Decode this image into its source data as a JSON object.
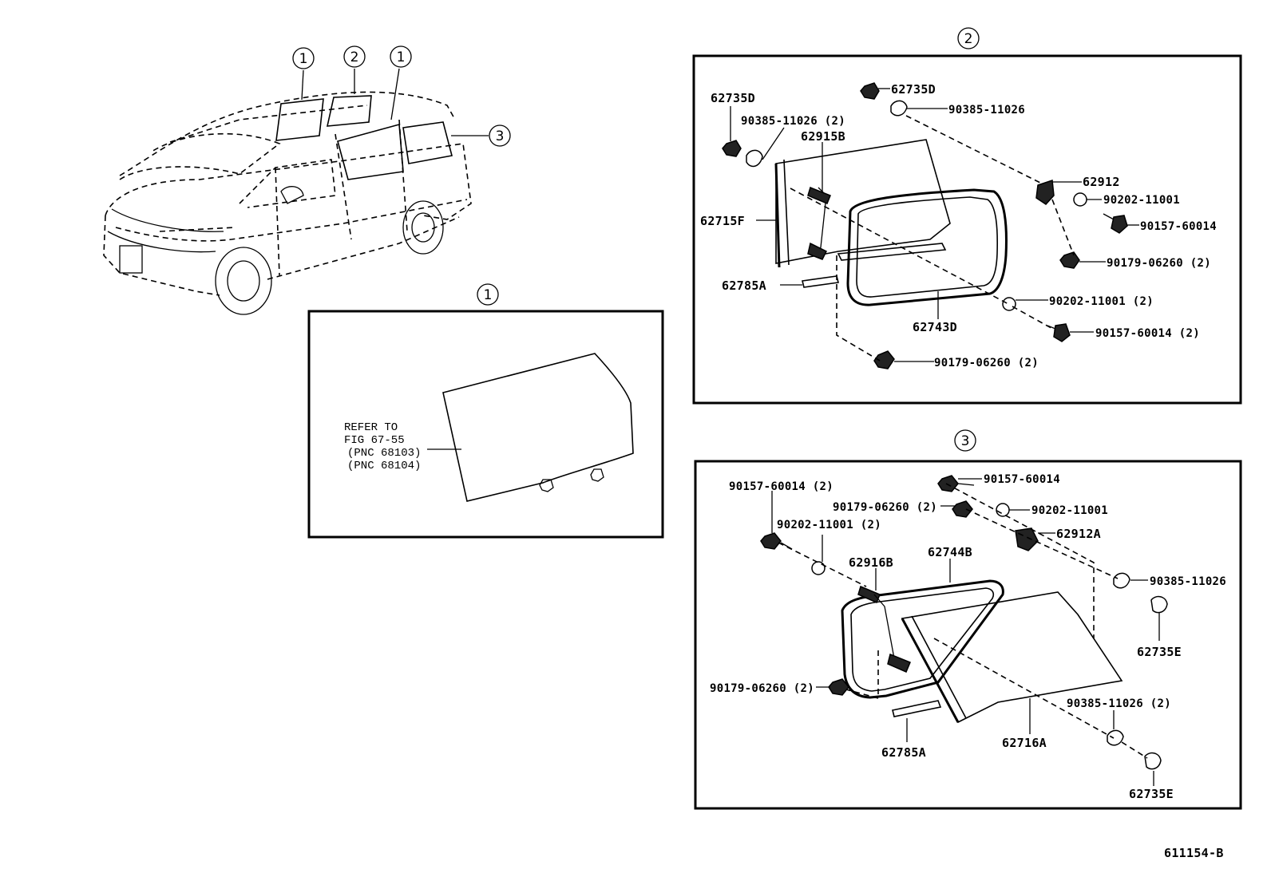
{
  "callouts": {
    "car_1a": "1",
    "car_2": "2",
    "car_1b": "1",
    "car_3": "3",
    "panel1": "1",
    "panel2": "2",
    "panel3": "3"
  },
  "panel1": {
    "refer_lines": [
      "REFER TO",
      "FIG 67-55",
      "(PNC 68103)",
      "(PNC 68104)"
    ]
  },
  "panel2": {
    "labels": {
      "p_62735D_a": "62735D",
      "p_90385_11026_2": "90385-11026 (2)",
      "p_62735D_b": "62735D",
      "p_90385_11026": "90385-11026",
      "p_62915B": "62915B",
      "p_62912": "62912",
      "p_90202_11001": "90202-11001",
      "p_90157_60014": "90157-60014",
      "p_62715F": "62715F",
      "p_90179_06260_2a": "90179-06260 (2)",
      "p_62785A": "62785A",
      "p_90202_11001_2": "90202-11001 (2)",
      "p_62743D": "62743D",
      "p_90157_60014_2": "90157-60014 (2)",
      "p_90179_06260_2b": "90179-06260 (2)"
    }
  },
  "panel3": {
    "labels": {
      "p_90157_60014": "90157-60014",
      "p_90157_60014_2": "90157-60014 (2)",
      "p_90179_06260_2a": "90179-06260 (2)",
      "p_90202_11001": "90202-11001",
      "p_90202_11001_2": "90202-11001 (2)",
      "p_62912A": "62912A",
      "p_62744B": "62744B",
      "p_62916B": "62916B",
      "p_90385_11026": "90385-11026",
      "p_62735E_a": "62735E",
      "p_90179_06260_2b": "90179-06260 (2)",
      "p_90385_11026_2": "90385-11026 (2)",
      "p_62785A": "62785A",
      "p_62716A": "62716A",
      "p_62735E_b": "62735E"
    }
  },
  "footer": {
    "code": "611154-B"
  }
}
